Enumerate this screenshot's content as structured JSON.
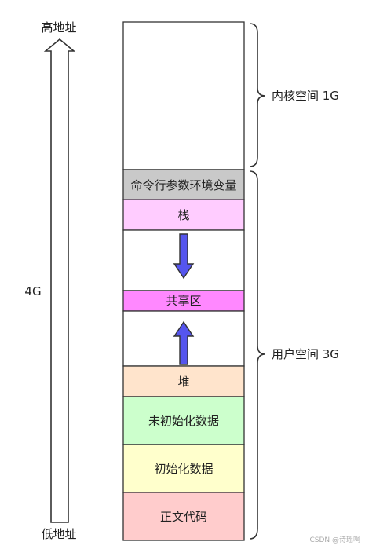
{
  "address": {
    "high": "高地址",
    "low": "低地址",
    "size": "4G"
  },
  "regions": {
    "kernel": "内核空间 1G",
    "user": "用户空间 3G"
  },
  "segments": [
    {
      "id": "kernel",
      "label": "",
      "color": "#ffffff"
    },
    {
      "id": "env",
      "label": "命令行参数环境变量",
      "color": "#c9c9c9"
    },
    {
      "id": "stack",
      "label": "栈",
      "color": "#ffccff"
    },
    {
      "id": "gap1",
      "label": "",
      "color": "#ffffff"
    },
    {
      "id": "shared",
      "label": "共享区",
      "color": "#ff88ff"
    },
    {
      "id": "gap2",
      "label": "",
      "color": "#ffffff"
    },
    {
      "id": "heap",
      "label": "堆",
      "color": "#ffe4cc"
    },
    {
      "id": "bss",
      "label": "未初始化数据",
      "color": "#ccffcc"
    },
    {
      "id": "data",
      "label": "初始化数据",
      "color": "#ffffcc"
    },
    {
      "id": "text",
      "label": "正文代码",
      "color": "#ffcccc"
    }
  ],
  "colors": {
    "arrow_fill": "#5555ee",
    "border": "#333333",
    "brace": "#333333"
  },
  "watermark": "CSDN @诗瑶啊"
}
